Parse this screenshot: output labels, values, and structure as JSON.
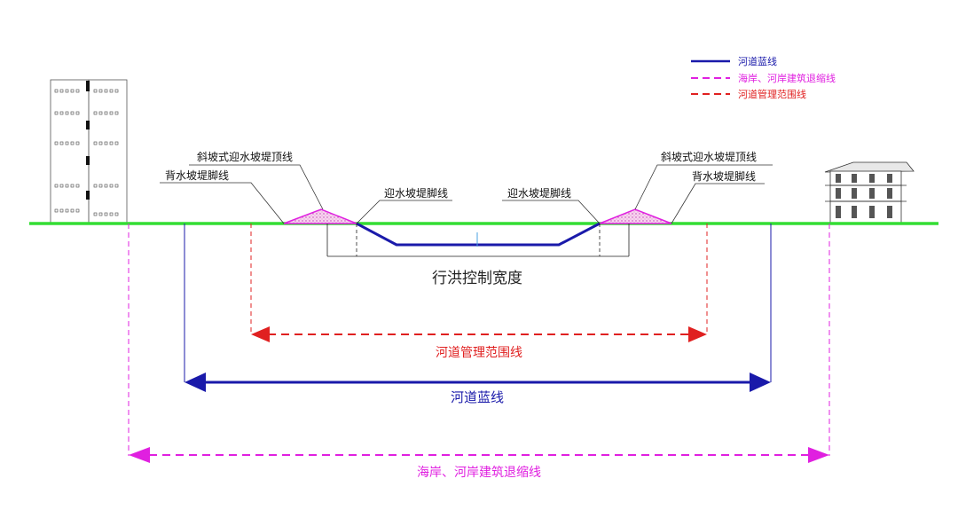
{
  "legend": {
    "blue_line": "河道蓝线",
    "magenta_line": "海岸、河岸建筑退缩线",
    "red_line": "河道管理范围线"
  },
  "labels": {
    "left_crest": "斜坡式迎水坡堤顶线",
    "left_back_toe": "背水坡堤脚线",
    "left_water_toe": "迎水坡堤脚线",
    "right_water_toe": "迎水坡堤脚线",
    "right_crest": "斜坡式迎水坡堤顶线",
    "right_back_toe": "背水坡堤脚线",
    "flood_width": "行洪控制宽度",
    "red_dim": "河道管理范围线",
    "blue_dim": "河道蓝线",
    "magenta_dim": "海岸、河岸建筑退缩线"
  },
  "colors": {
    "ground": "#33dd33",
    "blue": "#1a1aaa",
    "magenta": "#e020e0",
    "red": "#e02020",
    "leader": "#333333",
    "dike_fill": "#f4c8ea"
  }
}
